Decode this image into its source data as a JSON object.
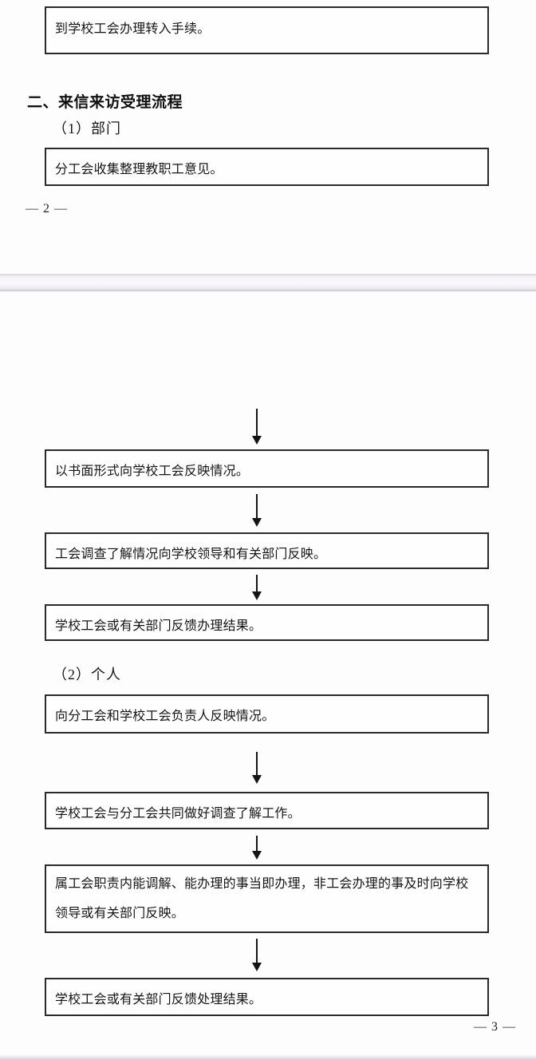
{
  "page2": {
    "box_transfer": "到学校工会办理转入手续。",
    "section_heading": "二、来信来访受理流程",
    "subsection_dept": "（1）部门",
    "box_collect": "分工会收集整理教职工意见。",
    "page_number": "— 2 —"
  },
  "page3": {
    "dept_flow": {
      "step1": "以书面形式向学校工会反映情况。",
      "step2": "工会调查了解情况向学校领导和有关部门反映。",
      "step3": "学校工会或有关部门反馈办理结果。"
    },
    "subsection_personal": "（2）个人",
    "personal_flow": {
      "step1": "向分工会和学校工会负责人反映情况。",
      "step2": "学校工会与分工会共同做好调查了解工作。",
      "step3_lines": {
        "0": "属工会职责内能调解、能办理的事当即办理，非工会办理的事及时向学校",
        "1": "领导或有关部门反映。"
      },
      "step4": "学校工会或有关部门反馈处理结果。"
    },
    "page_number": "— 3 —"
  },
  "colors": {
    "page_background": "#fdfdfe",
    "box_border": "#2a2a2a",
    "text": "#151515",
    "page_divider": "#f5f3f8"
  }
}
